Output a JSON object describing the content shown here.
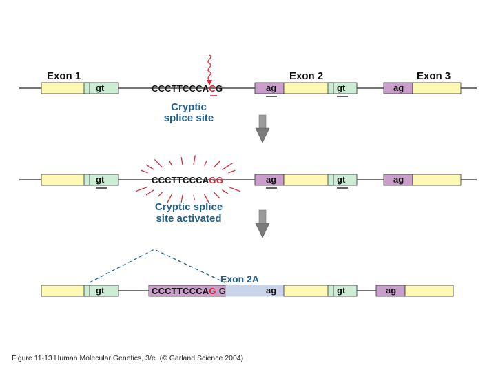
{
  "colors": {
    "exon_fill": "#fdf8b4",
    "gt_box_fill": "#ccecd4",
    "ag_box_fill": "#c99ecb",
    "exon2a_fill": "#c9d4ea",
    "accent_blue": "#1e5f8c",
    "mutation_red": "#d3283a"
  },
  "row1": {
    "exon1_label": "Exon 1",
    "exon2_label": "Exon 2",
    "exon3_label": "Exon 3",
    "gt1": "gt",
    "seq_prefix": "CCCTTCCCA",
    "seq_mut": "C",
    "seq_suffix": "G",
    "ag1": "ag",
    "gt2": "gt",
    "ag2": "ag",
    "cryptic_line1": "Cryptic",
    "cryptic_line2": "splice site"
  },
  "row2": {
    "gt1": "gt",
    "seq_prefix": "CCCTTCCCA",
    "seq_mut": "GG",
    "ag1": "ag",
    "gt2": "gt",
    "ag2": "ag",
    "activated_line1": "Cryptic splice",
    "activated_line2": "site activated"
  },
  "row3": {
    "gt1": "gt",
    "exon2a_label": "Exon 2A",
    "seq_prefix": "CCCTTCCCA",
    "seq_mut": "G",
    "seq_suffix": "G",
    "ag1": "ag",
    "gt2": "gt",
    "ag2": "ag"
  },
  "caption": "Figure 11-13  Human Molecular Genetics, 3/e.  (© Garland Science 2004)"
}
